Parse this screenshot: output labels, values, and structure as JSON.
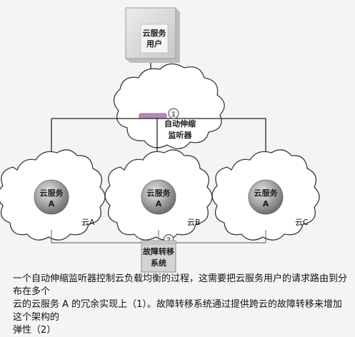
{
  "user_box": {
    "line1": "云服务",
    "line2": "用户"
  },
  "auto_scaling": {
    "line1": "自动伸缩",
    "line2": "监听器"
  },
  "callouts": {
    "one": "1",
    "two": "2"
  },
  "clouds": [
    {
      "service_line1": "云服务",
      "service_line2": "A",
      "cloud_label": "云A"
    },
    {
      "service_line1": "云服务",
      "service_line2": "A",
      "cloud_label": "云B"
    },
    {
      "service_line1": "云服务",
      "service_line2": "A",
      "cloud_label": "云C"
    }
  ],
  "failover": {
    "line1": "故障转移",
    "line2": "系统"
  },
  "caption": {
    "line1": "一个自动伸缩监听器控制云负载均衡的过程，这需要把云服务用户的请求路由到分布在多个",
    "line2": "云的云服务 A 的冗余实现上（1）。故障转移系统通过提供跨云的故障转移来增加这个架构的",
    "line3": "弹性（2）"
  },
  "colors": {
    "box_fill": "#d8d8d8",
    "orb": "#9a9a9a",
    "bar": "#b98ab6",
    "line": "#222222"
  }
}
